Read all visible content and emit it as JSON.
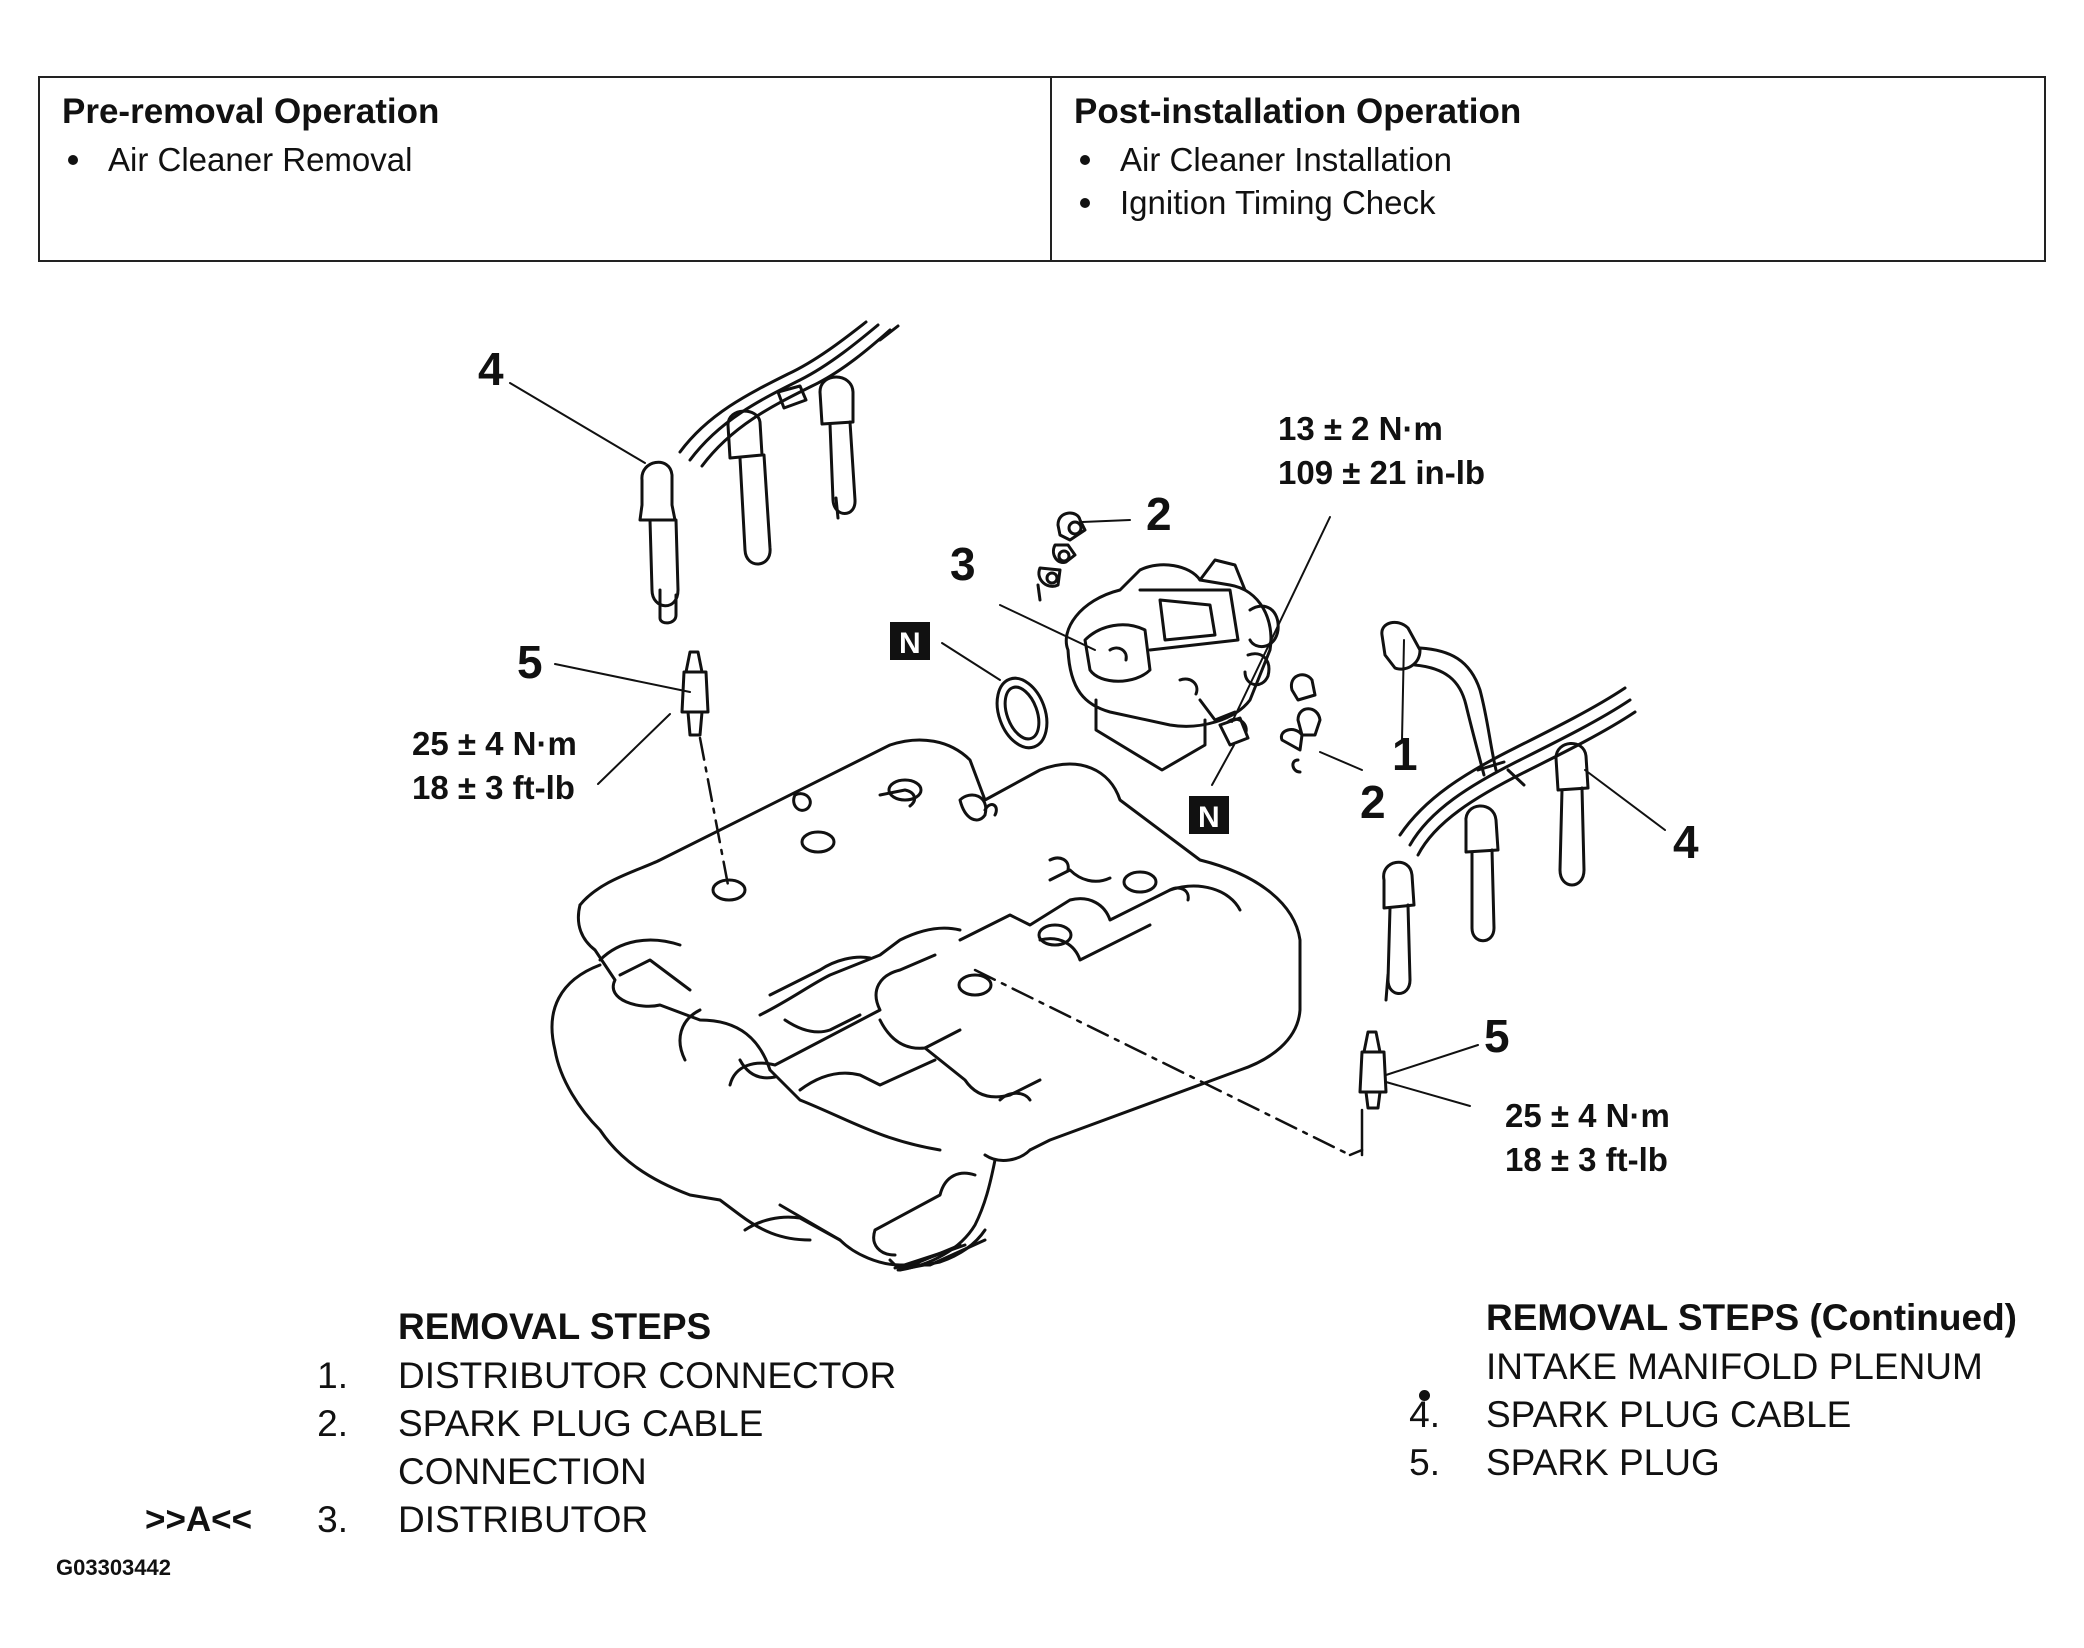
{
  "operations": {
    "pre_removal": {
      "heading": "Pre-removal Operation",
      "items": [
        "Air Cleaner Removal"
      ]
    },
    "post_installation": {
      "heading": "Post-installation Operation",
      "items": [
        "Air Cleaner Installation",
        "Ignition Timing Check"
      ]
    }
  },
  "diagram": {
    "callouts": {
      "c1": "1",
      "c2a": "2",
      "c2b": "2",
      "c3": "3",
      "c4a": "4",
      "c4b": "4",
      "c5a": "5",
      "c5b": "5"
    },
    "badges": {
      "n1": "N",
      "n2": "N"
    },
    "torque": {
      "distributor_nm": "13 ± 2 N·m",
      "distributor_inlb": "109 ± 21 in-lb",
      "plug_left_nm": "25 ± 4 N·m",
      "plug_left_ftlb": "18 ± 3 ft-lb",
      "plug_right_nm": "25 ± 4 N·m",
      "plug_right_ftlb": "18 ± 3 ft-lb"
    }
  },
  "removal_steps": {
    "title": "REMOVAL STEPS",
    "marker": ">>A<<",
    "items": [
      {
        "num": "1.",
        "text": "DISTRIBUTOR CONNECTOR"
      },
      {
        "num": "2.",
        "text": "SPARK PLUG CABLE"
      },
      {
        "num": "",
        "text": "CONNECTION"
      },
      {
        "num": "3.",
        "text": "DISTRIBUTOR"
      }
    ]
  },
  "removal_steps_continued": {
    "title": "REMOVAL STEPS (Continued)",
    "items": [
      {
        "num": "",
        "text": "INTAKE MANIFOLD PLENUM"
      },
      {
        "num": "4.",
        "text": "SPARK PLUG CABLE"
      },
      {
        "num": "5.",
        "text": "SPARK PLUG"
      }
    ]
  },
  "figure_id": "G03303442"
}
